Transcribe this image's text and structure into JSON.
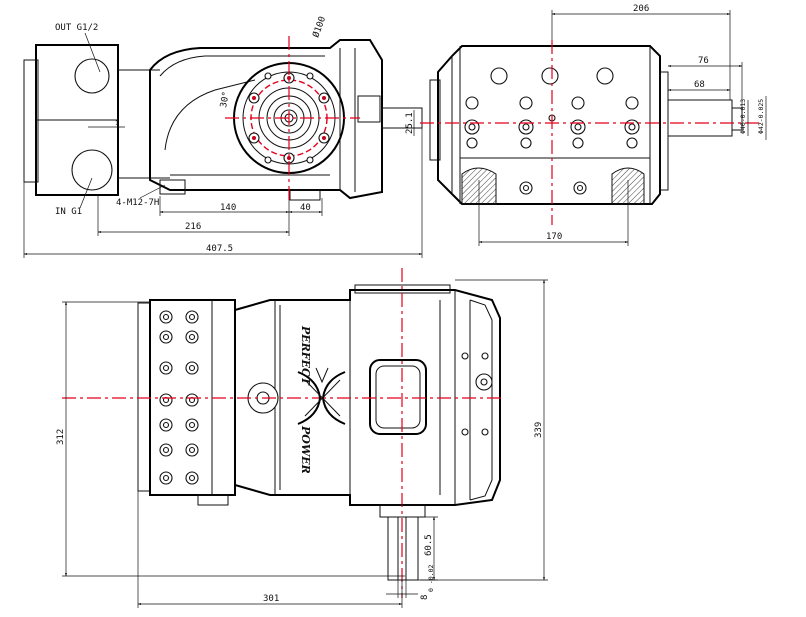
{
  "colors": {
    "line": "#111111",
    "centerline": "#e3001b",
    "background": "#ffffff"
  },
  "side_view": {
    "out_port_label": "OUT G1/2",
    "in_port_label": "IN G1",
    "bolt_label": "4-M12-7H",
    "flange_dia_label": "Ø100",
    "angle_label": "30°",
    "tiny_mark": "1",
    "dims": {
      "d140": "140",
      "d40": "40",
      "d216": "216",
      "d407": "407.5"
    }
  },
  "end_view": {
    "dims": {
      "d206": "206",
      "d76": "76",
      "d68": "68",
      "d25": "25.1",
      "d170": "170"
    },
    "tol_labels": [
      "Φ40-0.013",
      "Φ42-0.025"
    ]
  },
  "top_view": {
    "brand_top": "PERFECT",
    "brand_bottom": "POWER",
    "dims": {
      "d312": "312",
      "d339": "339",
      "d301": "301",
      "d60": "60.5"
    },
    "key_label": "8",
    "key_tol": "0 -0.02"
  }
}
